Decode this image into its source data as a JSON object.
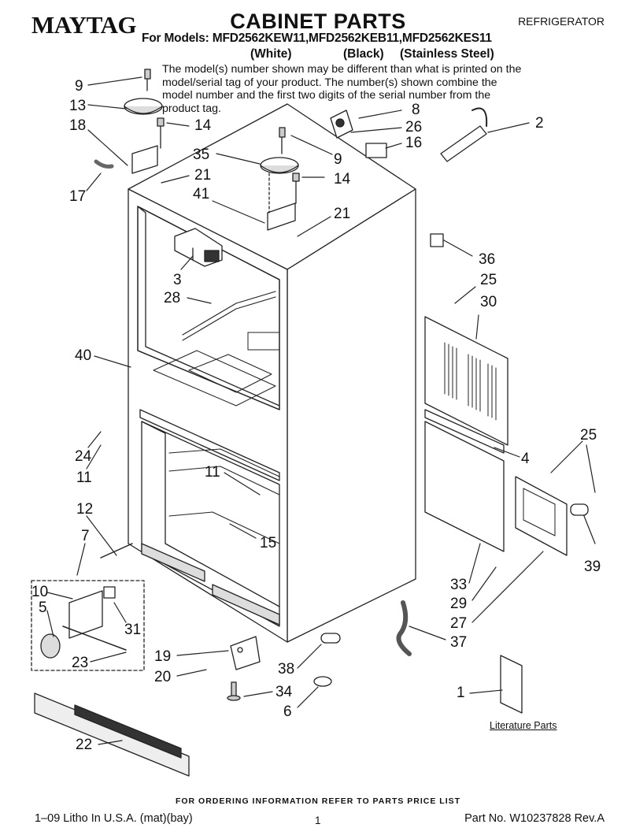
{
  "header": {
    "brand": "MAYTAG",
    "title": "CABINET PARTS",
    "category": "REFRIGERATOR",
    "models": "For Models: MFD2562KEW11,MFD2562KEB11,MFD2562KES11",
    "variants": [
      "(White)",
      "(Black)",
      "(Stainless Steel)"
    ],
    "notice": "The model(s) number shown may be different than what is printed on the model/serial tag of your product. The number(s) shown combine the model number and the first two digits of the serial number from the product tag."
  },
  "callouts": [
    "9",
    "13",
    "18",
    "17",
    "14",
    "35",
    "21",
    "41",
    "9",
    "14",
    "21",
    "8",
    "26",
    "16",
    "2",
    "3",
    "28",
    "36",
    "25",
    "30",
    "40",
    "24",
    "11",
    "11",
    "15",
    "12",
    "7",
    "10",
    "5",
    "31",
    "23",
    "4",
    "25",
    "33",
    "29",
    "39",
    "27",
    "37",
    "19",
    "20",
    "38",
    "34",
    "6",
    "1",
    "22"
  ],
  "literature_label": "Literature Parts",
  "footer": {
    "ordering": "FOR ORDERING INFORMATION REFER TO PARTS PRICE LIST",
    "litho": "1–09 Litho In U.S.A. (mat)(bay)",
    "page": "1",
    "part_no": "Part No. W10237828 Rev.A"
  }
}
